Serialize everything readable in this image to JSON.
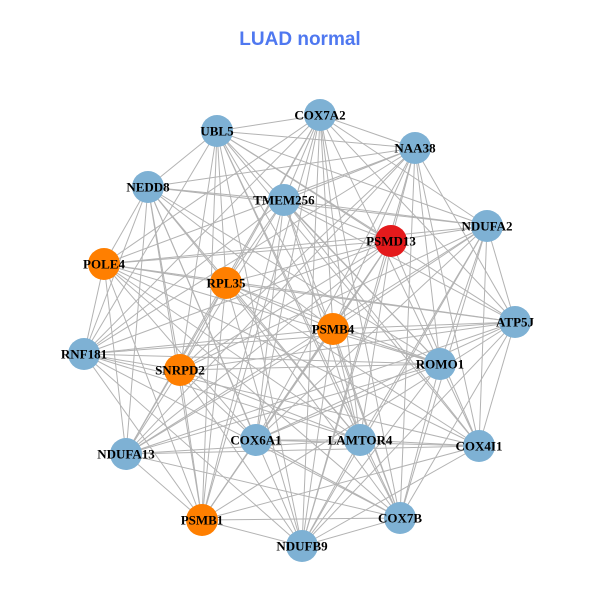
{
  "title": "LUAD normal",
  "colors": {
    "blue": "#7eb1d4",
    "orange": "#ff7f00",
    "red": "#e41a1c",
    "edge": "#b3b3b3"
  },
  "nodes": [
    {
      "id": "COX7A2",
      "group": "blue"
    },
    {
      "id": "UBL5",
      "group": "blue"
    },
    {
      "id": "NAA38",
      "group": "blue"
    },
    {
      "id": "NEDD8",
      "group": "blue"
    },
    {
      "id": "TMEM256",
      "group": "blue"
    },
    {
      "id": "NDUFA2",
      "group": "blue"
    },
    {
      "id": "PSMD13",
      "group": "red"
    },
    {
      "id": "POLE4",
      "group": "orange"
    },
    {
      "id": "RPL35",
      "group": "orange"
    },
    {
      "id": "ATP5J",
      "group": "blue"
    },
    {
      "id": "PSMB4",
      "group": "orange"
    },
    {
      "id": "RNF181",
      "group": "blue"
    },
    {
      "id": "ROMO1",
      "group": "blue"
    },
    {
      "id": "SNRPD2",
      "group": "orange"
    },
    {
      "id": "COX6A1",
      "group": "blue"
    },
    {
      "id": "LAMTOR4",
      "group": "blue"
    },
    {
      "id": "COX4I1",
      "group": "blue"
    },
    {
      "id": "NDUFA13",
      "group": "blue"
    },
    {
      "id": "PSMB1",
      "group": "orange"
    },
    {
      "id": "COX7B",
      "group": "blue"
    },
    {
      "id": "NDUFB9",
      "group": "blue"
    }
  ]
}
